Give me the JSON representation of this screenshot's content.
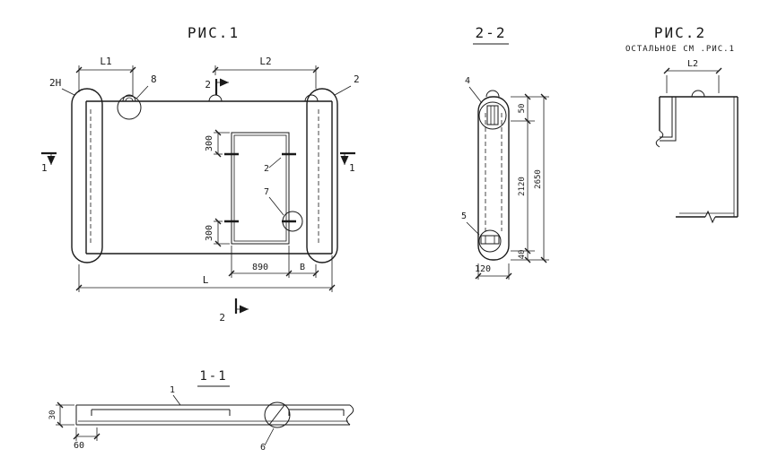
{
  "colors": {
    "ink": "#1a1a1a",
    "background": "#ffffff"
  },
  "fig1": {
    "title": "РИС.1",
    "dims": {
      "l1": "L1",
      "l2": "L2",
      "l": "L",
      "d300a": "300",
      "d300b": "300",
      "d890": "890",
      "db": "B"
    },
    "marks": {
      "m2h": "2H",
      "m8": "8",
      "m2right": "2",
      "m2open": "2",
      "m7": "7",
      "sec2top": "2",
      "sec2bot": "2",
      "sec1left": "1",
      "sec1right": "1"
    }
  },
  "sec22": {
    "title": "2-2",
    "dims": {
      "d50": "50",
      "d2120": "2120",
      "d2650": "2650",
      "d40": "40",
      "d120": "120"
    },
    "marks": {
      "m4": "4",
      "m5": "5"
    }
  },
  "fig2": {
    "title": "РИС.2",
    "subtitle": "ОСТАЛЬНОЕ СМ .РИС.1",
    "dims": {
      "l2": "L2"
    }
  },
  "sec11": {
    "title": "1-1",
    "dims": {
      "d30": "30",
      "d60": "60"
    },
    "marks": {
      "m1": "1",
      "m6": "6"
    }
  }
}
